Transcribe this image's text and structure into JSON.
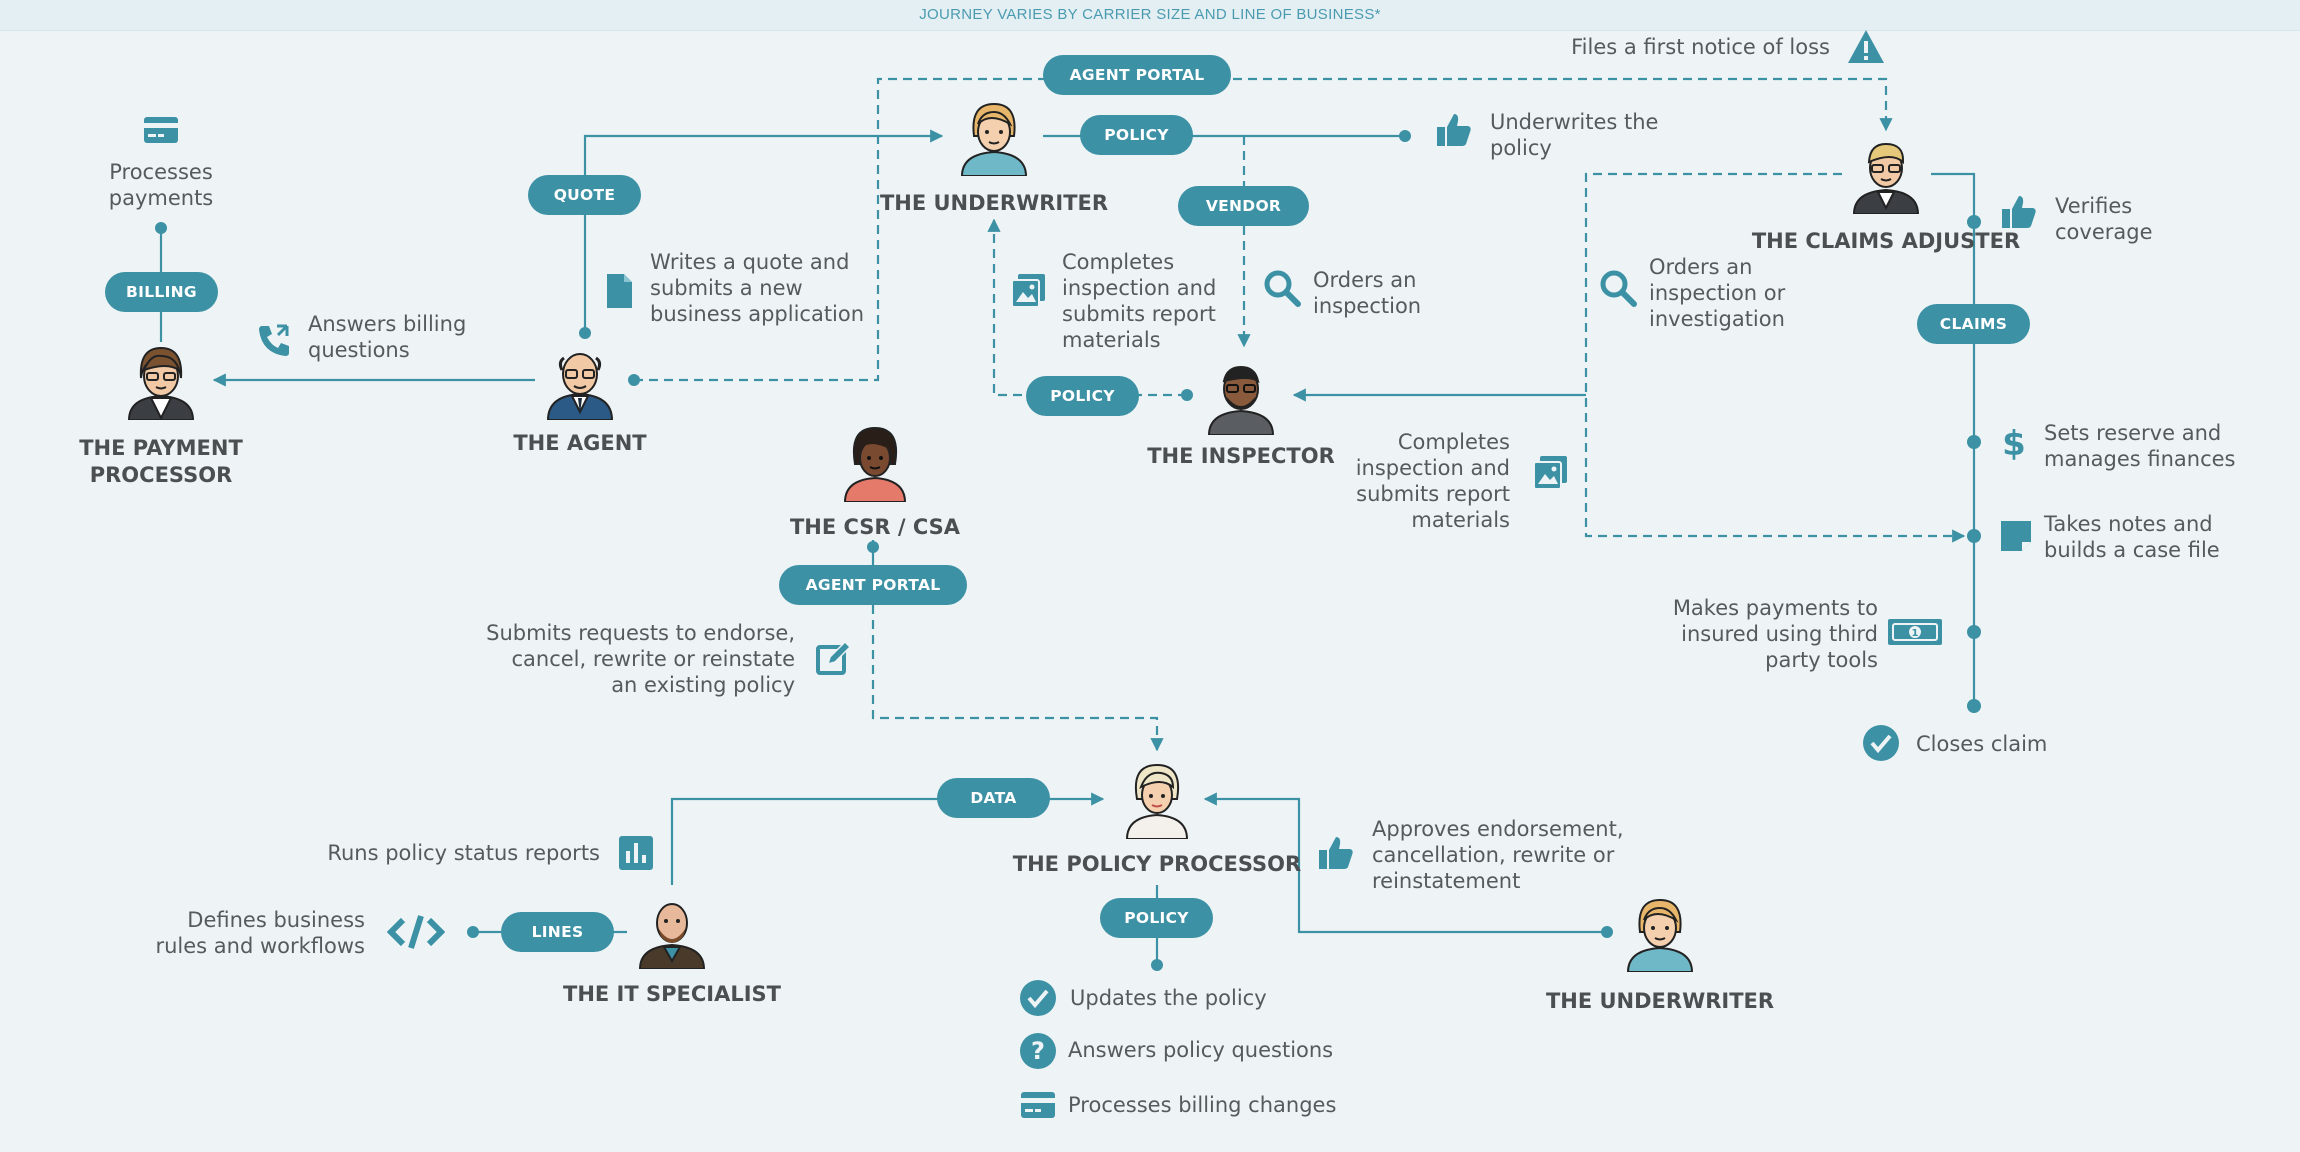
{
  "banner": "JOURNEY VARIES BY CARRIER SIZE AND LINE OF BUSINESS*",
  "colors": {
    "teal": "#3d91a5",
    "text": "#555a5e",
    "heading": "#4c4f52",
    "background": "#eef4f6"
  },
  "personas": {
    "payment_processor": "THE PAYMENT PROCESSOR",
    "agent": "THE AGENT",
    "underwriter": "THE UNDERWRITER",
    "inspector": "THE INSPECTOR",
    "claims_adjuster": "THE CLAIMS ADJUSTER",
    "csr": "THE CSR / CSA",
    "policy_processor": "THE POLICY PROCESSOR",
    "it_specialist": "THE IT SPECIALIST",
    "underwriter_2": "THE UNDERWRITER"
  },
  "pills": {
    "billing": "BILLING",
    "quote": "QUOTE",
    "agent_portal": "AGENT PORTAL",
    "policy_top": "POLICY",
    "vendor": "VENDOR",
    "policy_mid": "POLICY",
    "claims": "CLAIMS",
    "agent_portal_2": "AGENT PORTAL",
    "data": "DATA",
    "lines": "LINES",
    "policy_bottom": "POLICY"
  },
  "labels": {
    "processes_payments": "Processes payments",
    "answers_billing": "Answers billing questions",
    "writes_quote": "Writes a quote and submits a new business application",
    "underwrites": "Underwrites the policy",
    "completes_inspection_left": "Completes inspection and submits report materials",
    "orders_inspection": "Orders an inspection",
    "files_fnol": "Files a first notice of loss",
    "orders_investigation": "Orders an inspection or investigation",
    "completes_inspection_right": "Completes inspection and submits report materials",
    "verifies_coverage": "Verifies coverage",
    "sets_reserve": "Sets reserve and manages finances",
    "takes_notes": "Takes notes and builds a case file",
    "makes_payments": "Makes payments to insured using third party tools",
    "closes_claim": "Closes claim",
    "submits_requests": "Submits requests to endorse, cancel, rewrite or reinstate an existing policy",
    "runs_reports": "Runs policy status reports",
    "defines_rules": "Defines business rules and workflows",
    "approves_endorsement": "Approves endorsement, cancellation, rewrite or reinstatement",
    "updates_policy": "Updates the policy",
    "answers_policy_questions": "Answers policy questions",
    "processes_billing_changes": "Processes billing changes"
  }
}
